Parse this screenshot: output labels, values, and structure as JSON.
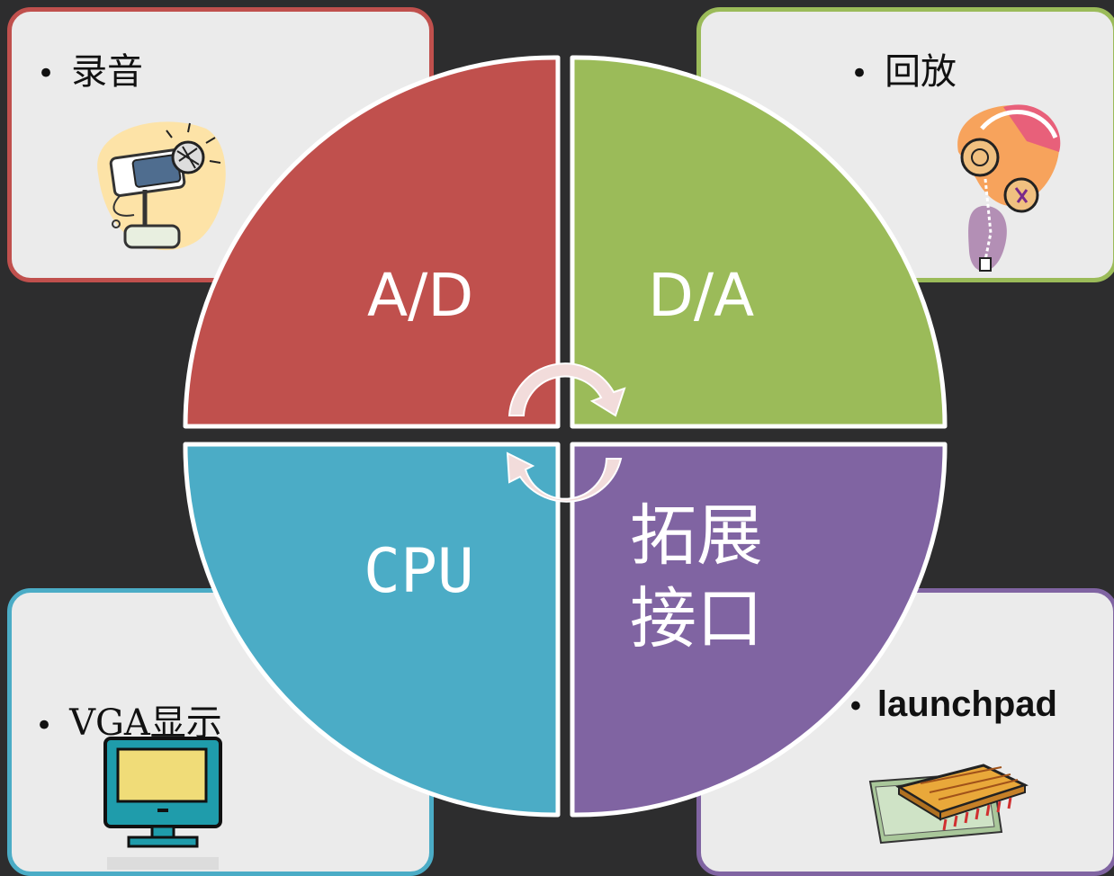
{
  "cards": {
    "top_left": {
      "label": "录音",
      "clipart": "microphone-icon"
    },
    "top_right": {
      "label": "回放",
      "clipart": "headphones-icon"
    },
    "bottom_left": {
      "label": "VGA显示",
      "clipart": "monitor-icon"
    },
    "bottom_right": {
      "label": "launchpad",
      "clipart": "chip-icon"
    }
  },
  "bullet": "•",
  "quadrants": {
    "ad": {
      "label": "A/D",
      "color": "#c0504d"
    },
    "da": {
      "label": "D/A",
      "color": "#9bbb59"
    },
    "cpu": {
      "label": "CPU",
      "color": "#4bacc6"
    },
    "ext": {
      "line1": "拓展",
      "line2": "接口",
      "color": "#8064a2"
    }
  },
  "cycle_arrows": {
    "icon": "cycle-arrows-icon",
    "color": "#f2dcdb"
  }
}
